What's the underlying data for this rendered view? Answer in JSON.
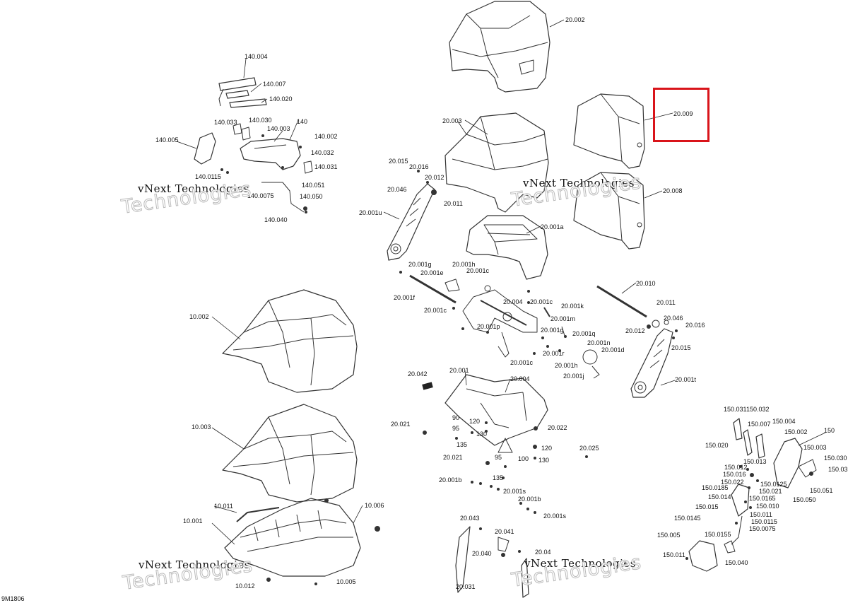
{
  "watermark": {
    "company": "vNext Technologies",
    "line2": "Technologies"
  },
  "figure_ref": "9M1806",
  "highlight": {
    "label": "20.009",
    "color": "#d9141a"
  },
  "labels": {
    "l140_004": "140.004",
    "l140_007": "140.007",
    "l140_020": "140.020",
    "l140_033": "140.033",
    "l140_030": "140.030",
    "l140": "140",
    "l140_003": "140.003",
    "l140_002": "140.002",
    "l140_005": "140.005",
    "l140_032": "140.032",
    "l140_031": "140.031",
    "l140_0115": "140.0115",
    "l140_051": "140.051",
    "l140_0075": "140.0075",
    "l140_050": "140.050",
    "l140_040": "140.040",
    "l20_002": "20.002",
    "l20_009": "20.009",
    "l20_003": "20.003",
    "l20_008": "20.008",
    "l20_015": "20.015",
    "l20_016": "20.016",
    "l20_012": "20.012",
    "l20_046": "20.046",
    "l20_011": "20.011",
    "l20_001u": "20.001u",
    "l20_001a": "20.001a",
    "l20_001g": "20.001g",
    "l20_001h": "20.001h",
    "l20_001e": "20.001e",
    "l20_001c": "20.001c",
    "l20_001f": "20.001f",
    "l20_004": "20.004",
    "l20_001k": "20.001k",
    "l20_010": "20.010",
    "l20_011b": "20.011",
    "l20_001cc": "20.001c",
    "l20_001c2": "20.001c",
    "l20_001m": "20.001m",
    "l20_001p": "20.001p",
    "l20_001g2": "20.001g",
    "l20_001q": "20.001q",
    "l20_012b": "20.012",
    "l20_046b": "20.046",
    "l20_016b": "20.016",
    "l20_015b": "20.015",
    "l20_001n": "20.001n",
    "l20_001r": "20.001r",
    "l20_001d": "20.001d",
    "l20_001c3": "20.001c",
    "l20_001h2": "20.001h",
    "l20_001j": "20.001j",
    "l20_001t": "20.001t",
    "l10_002": "10.002",
    "l20_042": "20.042",
    "l20_001": "20.001",
    "l20_004b": "20.004",
    "l90": "90",
    "l120": "120",
    "l20_021": "20.021",
    "l95": "95",
    "l130": "130",
    "l20_022": "20.022",
    "l135": "135",
    "l10_003": "10.003",
    "l20_025": "20.025",
    "l120b": "120",
    "l20_021b": "20.021",
    "l95b": "95",
    "l100": "100",
    "l130b": "130",
    "l135b": "135",
    "l20_001b": "20.001b",
    "l20_001s": "20.001s",
    "l10_011": "10.011",
    "l10_006": "10.006",
    "l20_001b2": "20.001b",
    "l20_001s2": "20.001s",
    "l10_001": "10.001",
    "l20_043": "20.043",
    "l20_041": "20.041",
    "l20_040": "20.040",
    "l20_04x": "20.04",
    "l10_012": "10.012",
    "l10_005": "10.005",
    "l20_031": "20.031",
    "l150_031": "150.031",
    "l150_032": "150.032",
    "l150_007": "150.007",
    "l150_004": "150.004",
    "l150_002": "150.002",
    "l150": "150",
    "l150_020": "150.020",
    "l150_003": "150.003",
    "l150_013": "150.013",
    "l150_030": "150.030",
    "l150_012": "150.012",
    "l150_03x": "150.03",
    "l150_016": "150.016",
    "l150_022": "150.022",
    "l150_0125": "150.0125",
    "l150_0185": "150.0185",
    "l150_021": "150.021",
    "l150_051": "150.051",
    "l150_014": "150.014",
    "l150_0165": "150.0165",
    "l150_050": "150.050",
    "l150_015": "150.015",
    "l150_010": "150.010",
    "l150_0145": "150.0145",
    "l150_0115": "150.0115",
    "l150_011": "150.011",
    "l150_0155": "150.0155",
    "l150_0075": "150.0075",
    "l150_005": "150.005",
    "l150_011b": "150.011",
    "l150_040": "150.040"
  }
}
